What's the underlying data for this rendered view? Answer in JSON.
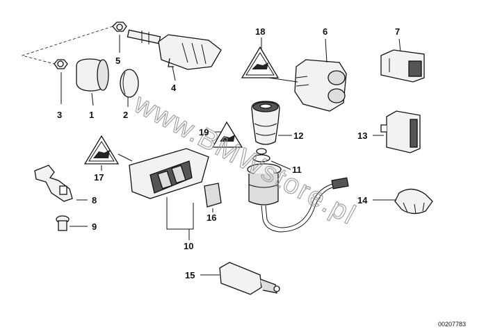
{
  "diagram": {
    "watermark": "www.BMWstore.pl",
    "reference_code": "00207783",
    "part_labels": [
      "1",
      "2",
      "3",
      "4",
      "5",
      "6",
      "7",
      "8",
      "9",
      "10",
      "11",
      "12",
      "13",
      "14",
      "15",
      "16",
      "17",
      "18",
      "19"
    ],
    "colors": {
      "ink": "#111111",
      "paper": "#ffffff",
      "watermark": "#9a9a9a",
      "fill_light": "#f2f2f2",
      "fill_dark": "#555555"
    }
  }
}
